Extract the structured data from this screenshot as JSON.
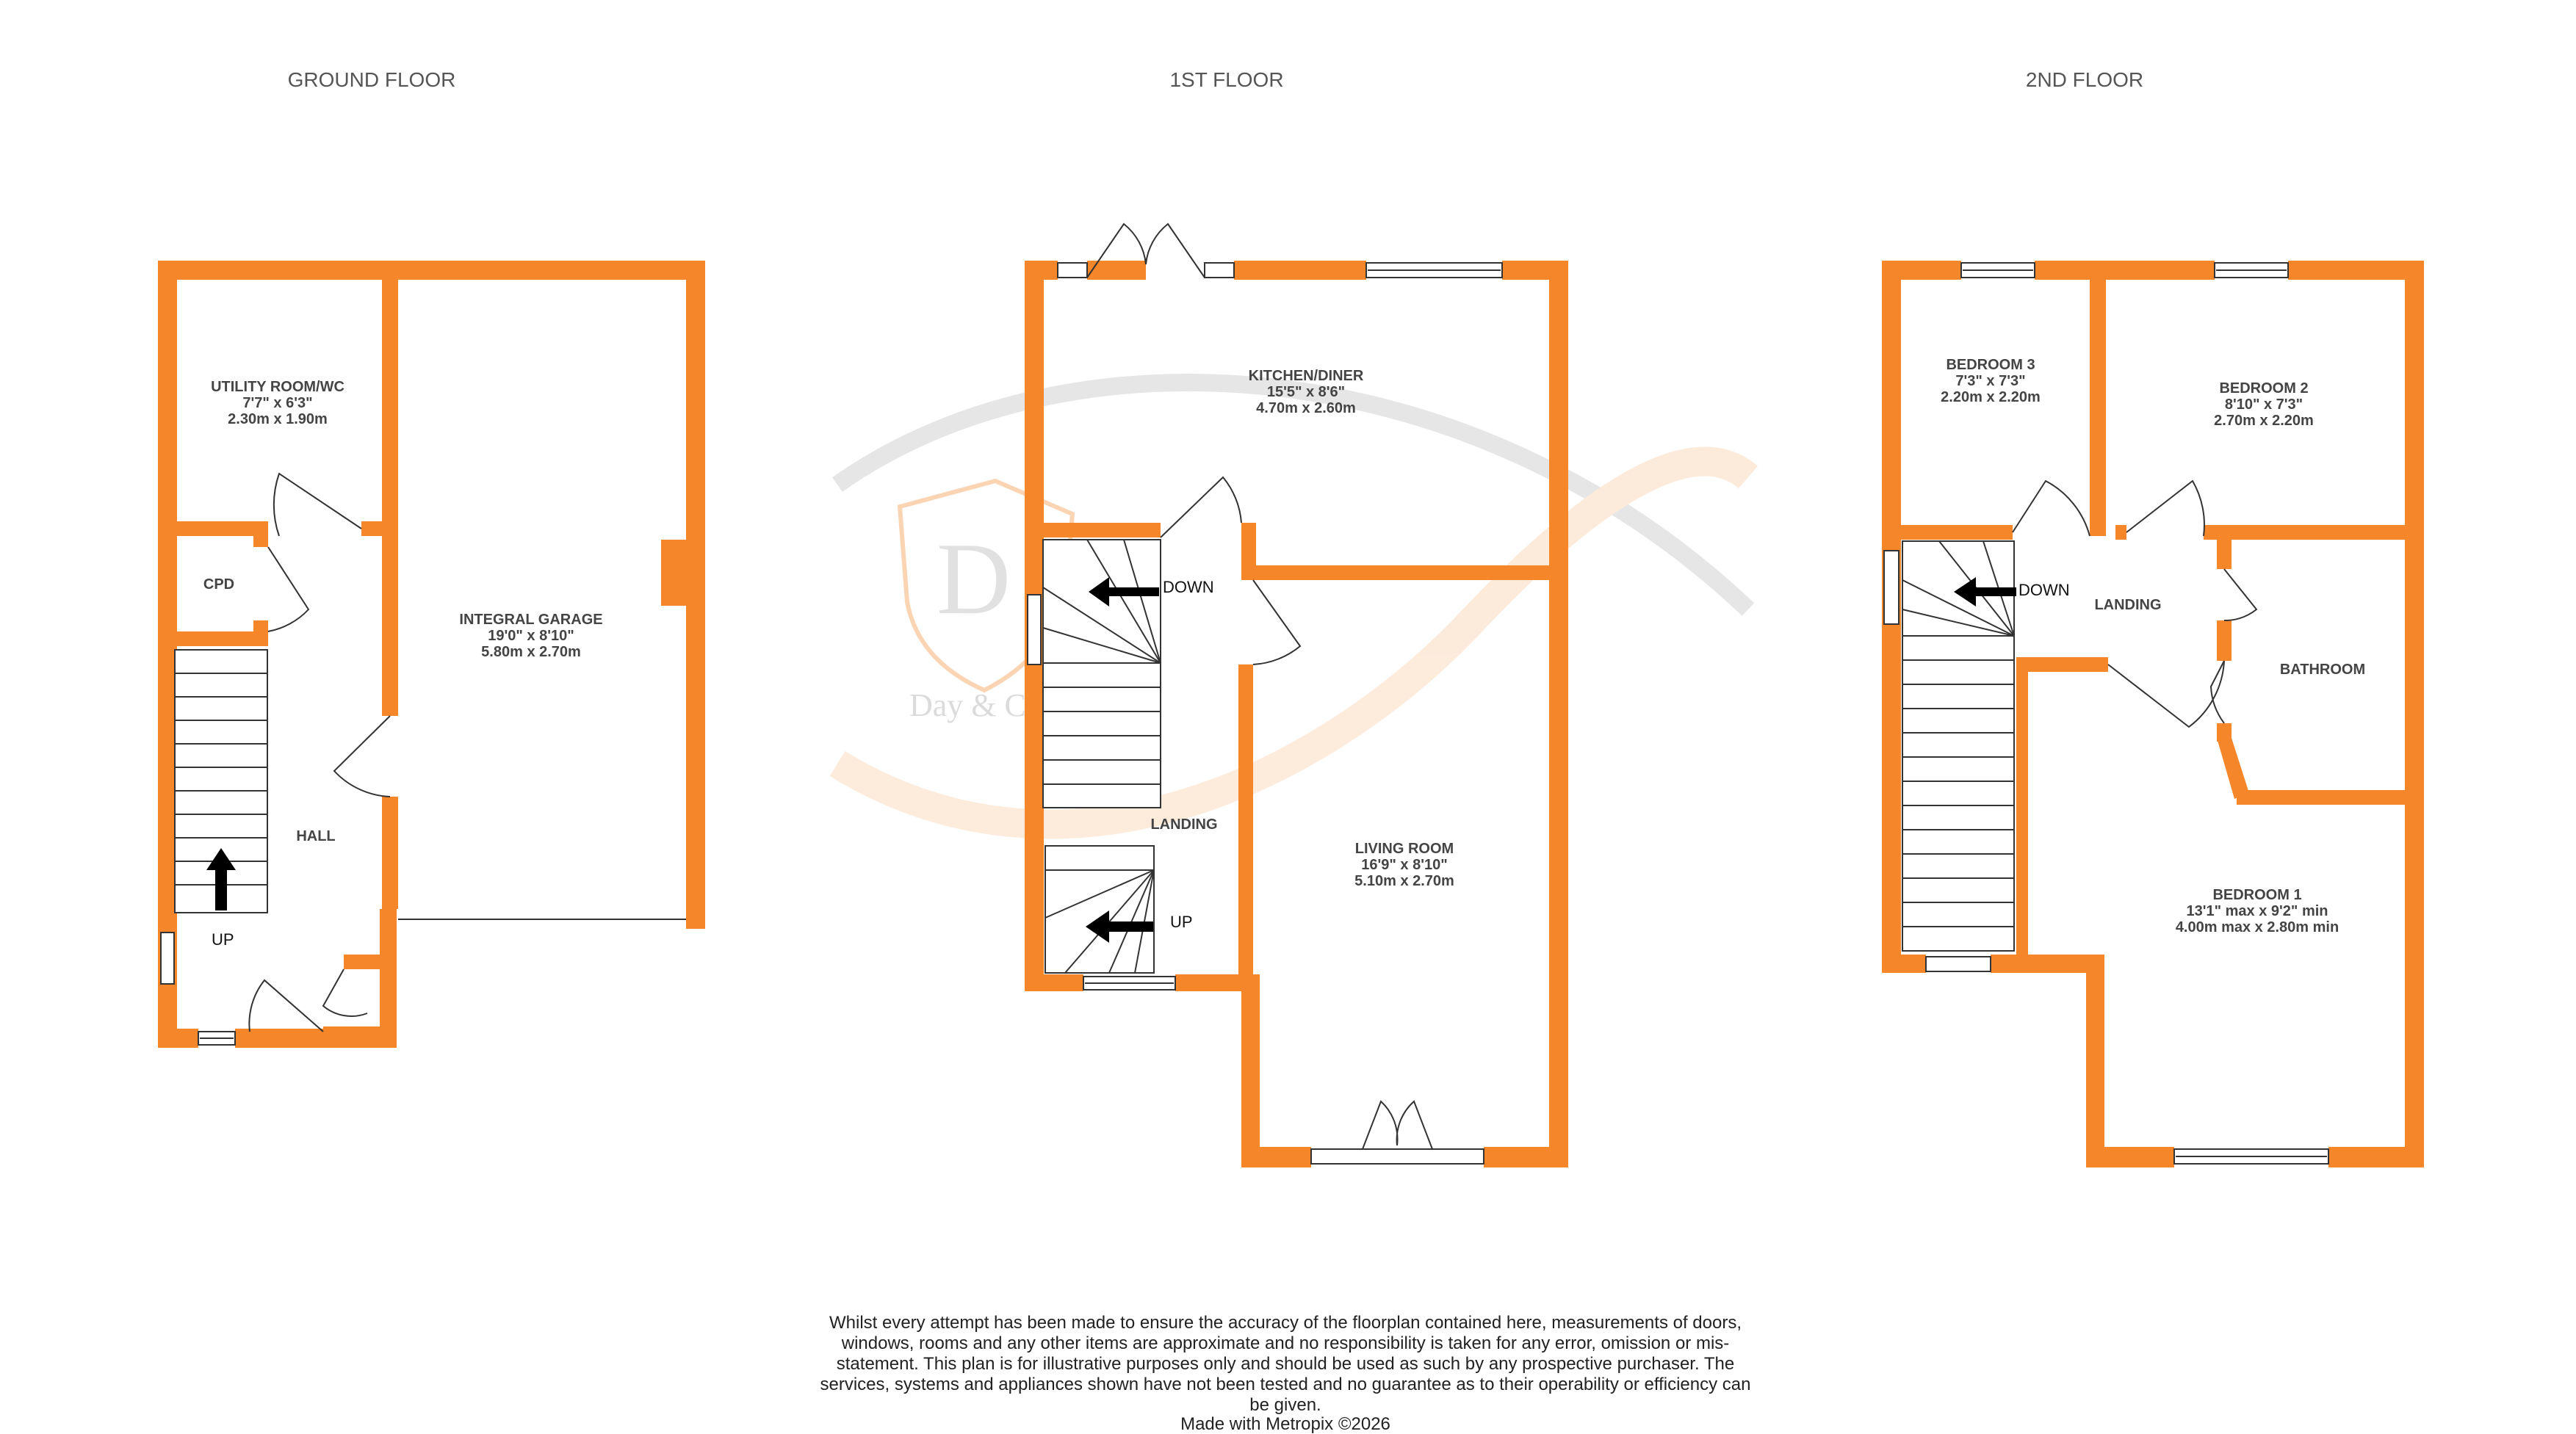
{
  "floors": [
    {
      "title": "GROUND FLOOR"
    },
    {
      "title": "1ST FLOOR"
    },
    {
      "title": "2ND FLOOR"
    }
  ],
  "rooms": {
    "utility": {
      "name": "UTILITY ROOM/WC",
      "dim_imperial": "7'7\"  x 6'3\"",
      "dim_metric": "2.30m  x 1.90m"
    },
    "cpd": {
      "name": "CPD"
    },
    "garage": {
      "name": "INTEGRAL GARAGE",
      "dim_imperial": "19'0\"  x 8'10\"",
      "dim_metric": "5.80m  x 2.70m"
    },
    "hall": {
      "name": "HALL"
    },
    "kitchen": {
      "name": "KITCHEN/DINER",
      "dim_imperial": "15'5\"  x 8'6\"",
      "dim_metric": "4.70m  x 2.60m"
    },
    "living": {
      "name": "LIVING ROOM",
      "dim_imperial": "16'9\"  x 8'10\"",
      "dim_metric": "5.10m  x 2.70m"
    },
    "landing1": {
      "name": "LANDING"
    },
    "bedroom3": {
      "name": "BEDROOM 3",
      "dim_imperial": "7'3\"  x 7'3\"",
      "dim_metric": "2.20m  x 2.20m"
    },
    "bedroom2": {
      "name": "BEDROOM 2",
      "dim_imperial": "8'10\"  x 7'3\"",
      "dim_metric": "2.70m  x 2.20m"
    },
    "landing2": {
      "name": "LANDING"
    },
    "bathroom": {
      "name": "BATHROOM"
    },
    "bedroom1": {
      "name": "BEDROOM 1",
      "dim_imperial": "13'1\" max x 9'2\" min",
      "dim_metric": "4.00m max x 2.80m min"
    }
  },
  "stairs": {
    "ground_up": "UP",
    "first_down": "DOWN",
    "first_up": "UP",
    "second_down": "DOWN"
  },
  "watermark": {
    "text": "Day & Co"
  },
  "disclaimer": "Whilst every attempt has been made to ensure the accuracy of the floorplan contained here, measurements of doors, windows, rooms and any other items are approximate and no responsibility is taken for any error, omission or mis-statement. This plan is for illustrative purposes only and should be used as such by any prospective purchaser. The services, systems and appliances shown have not been tested and no guarantee as to their operability or efficiency can be given.",
  "credit": "Made with Metropix ©2026",
  "colors": {
    "wall": "#f5862a",
    "text": "#444444",
    "background": "#ffffff"
  }
}
